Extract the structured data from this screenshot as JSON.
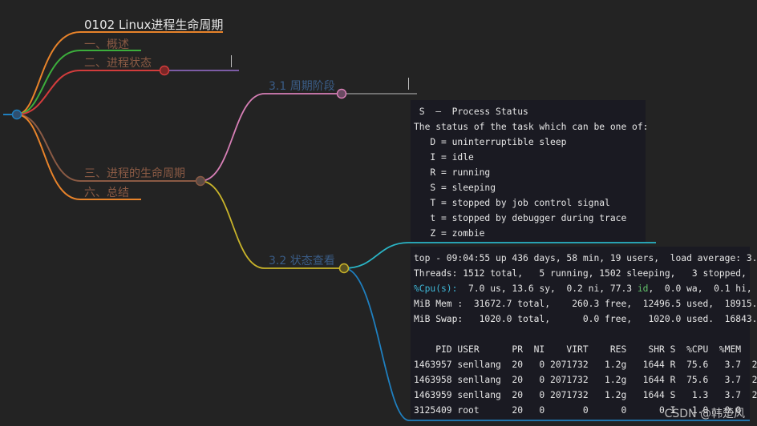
{
  "title": "0102 Linux进程生命周期",
  "topics": {
    "overview": "一、概述",
    "states": "二、进程状态",
    "lifecycle": "三、进程的生命周期",
    "summary": "六、总结",
    "phase": "3.1 周期阶段",
    "view": "3.2 状态查看"
  },
  "process_status": {
    "lines": [
      " S  —  Process Status",
      "The status of the task which can be one of:",
      "   D = uninterruptible sleep",
      "   I = idle",
      "   R = running",
      "   S = sleeping",
      "   T = stopped by job control signal",
      "   t = stopped by debugger during trace",
      "   Z = zombie"
    ]
  },
  "top_output": {
    "line1": "top - 09:04:55 up 436 days, 58 min, 19 users,  load average: 3.",
    "line2": "Threads: 1512 total,   5 running, 1502 sleeping,   3 stopped,",
    "line3_label": "%Cpu(s):",
    "line3_a": "  7.0 us, 13.6 sy,  0.2 ni, 77.3 ",
    "line3_id": "id",
    "line3_b": ",  0.0 wa,  0.1 hi,",
    "line4": "MiB Mem :  31672.7 total,    260.3 free,  12496.5 used,  18915.",
    "line5": "MiB Swap:   1020.0 total,      0.0 free,   1020.0 used.  16843.",
    "header": "    PID USER      PR  NI    VIRT    RES    SHR S  %CPU  %MEM",
    "rows": [
      "1463957 senllang  20   0 2071732   1.2g   1644 R  75.6   3.7  2",
      "1463958 senllang  20   0 2071732   1.2g   1644 R  75.6   3.7  2",
      "1463959 senllang  20   0 2071732   1.2g   1644 S   1.3   3.7  2",
      "3125409 root      20   0       0      0      0 I   1.0   0.0"
    ]
  },
  "watermark": "CSDN @韩楚风",
  "colors": {
    "background": "#232323",
    "orange": "#e8832a",
    "green": "#3cae3c",
    "red": "#d23c3c",
    "brown": "#8a5a44",
    "pink": "#d77fb6",
    "yellow": "#c9b42a",
    "cyan": "#2ab5c6",
    "blue": "#1f7fbf",
    "purple": "#9a6fd1",
    "gray": "#8a8a8a",
    "phase_text": "#3a5c86",
    "view_text": "#3a5c86"
  }
}
